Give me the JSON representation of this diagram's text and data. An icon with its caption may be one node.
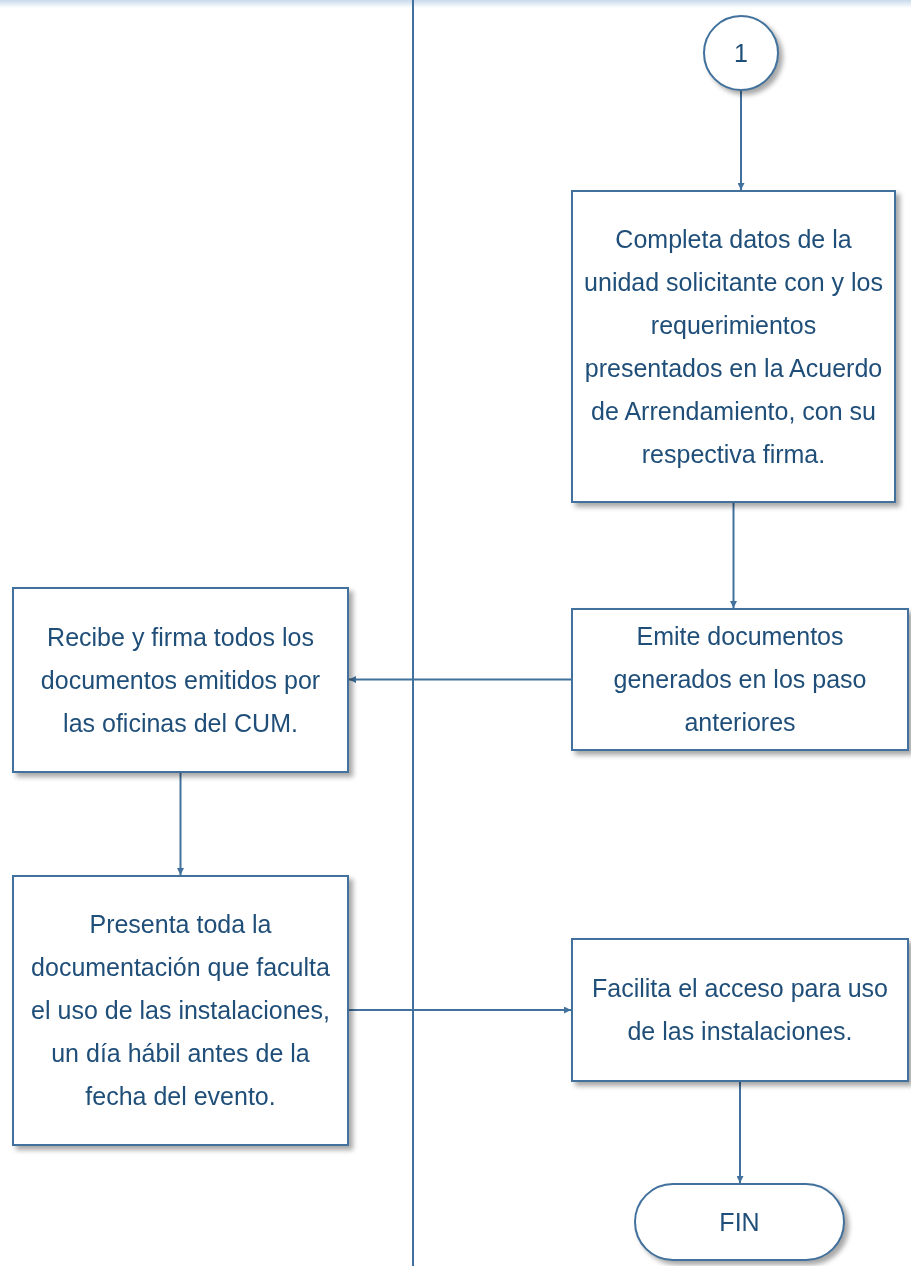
{
  "diagram": {
    "nodes": [
      {
        "text": [
          "1"
        ]
      },
      {
        "text": [
          "Completa datos de la unidad solicitante con y los requerimientos presentados en la Acuerdo de Arrendamiento, con su respectiva firma."
        ]
      },
      {
        "text": [
          "Emite documentos generados en los paso anteriores"
        ]
      },
      {
        "text": [
          "Recibe y firma todos los documentos emitidos por las oficinas del CUM."
        ]
      },
      {
        "text": [
          "Presenta toda la documentación que faculta  el uso de las instalaciones, un día hábil antes de la fecha del evento."
        ]
      },
      {
        "text": [
          "Facilita el acceso para uso de las instalaciones."
        ]
      },
      {
        "text": [
          "FIN"
        ]
      }
    ],
    "edges": [
      {
        "from": 0,
        "to": 1,
        "arrow": "to"
      },
      {
        "from": 1,
        "to": 2,
        "arrow": "to"
      },
      {
        "from": 2,
        "to": 3,
        "arrow": "to"
      },
      {
        "from": 3,
        "to": 4,
        "arrow": "to"
      },
      {
        "from": 4,
        "to": 5,
        "arrow": "to"
      },
      {
        "from": 5,
        "to": 6,
        "arrow": "to"
      }
    ]
  }
}
